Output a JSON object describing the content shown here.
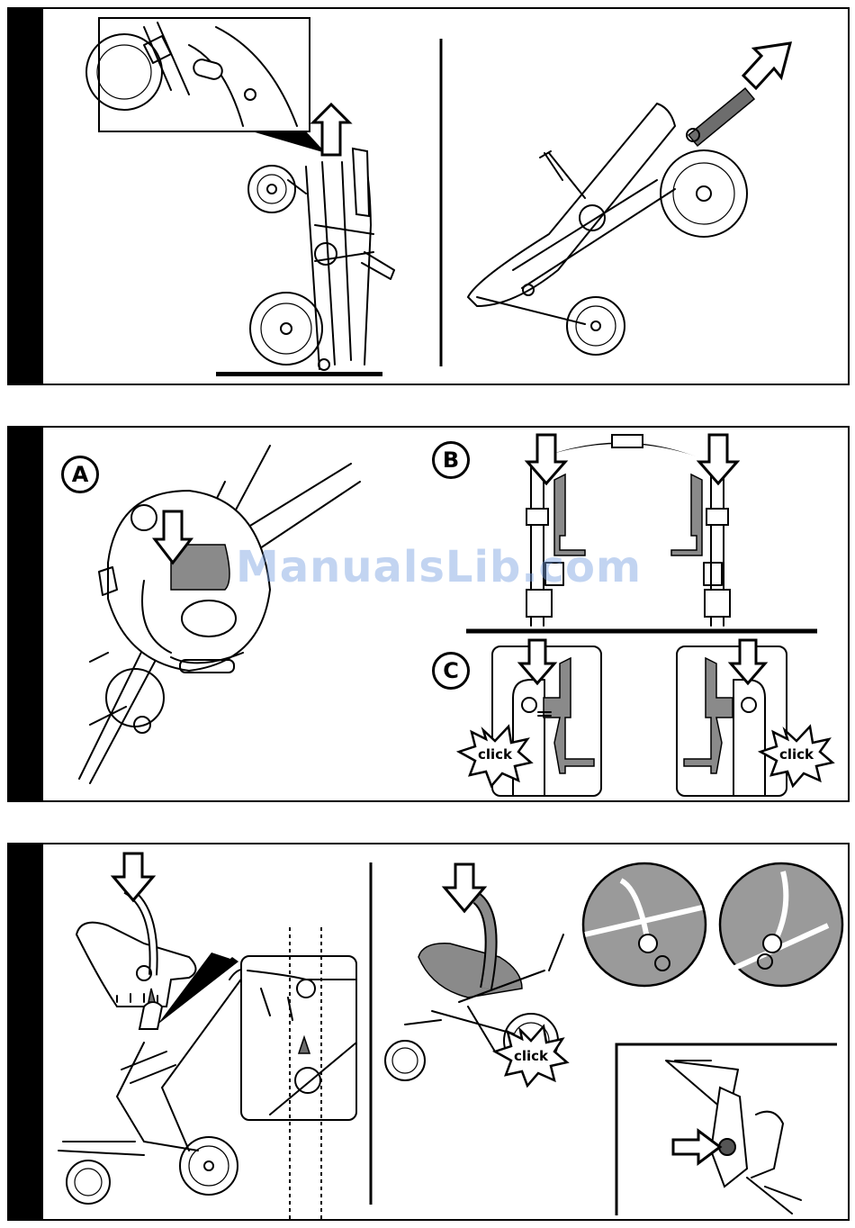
{
  "panels": [
    {
      "id": "step-fold",
      "letters": []
    },
    {
      "id": "step-adapter",
      "letters": [
        "A",
        "B",
        "C"
      ]
    },
    {
      "id": "step-car-seat",
      "letters": []
    }
  ],
  "labels": {
    "letter_a": "A",
    "letter_b": "B",
    "letter_c": "C",
    "click": "click"
  },
  "watermark": "ManualsLib.com",
  "colors": {
    "frame": "#000000",
    "part_grey": "#8a8a8a",
    "part_dark_grey": "#6d6d6d",
    "watermark": "#78a0e1"
  },
  "icons": [
    "up-arrow-icon",
    "diagonal-arrow-icon",
    "down-arrow-icon",
    "right-arrow-icon",
    "click-burst-icon"
  ]
}
